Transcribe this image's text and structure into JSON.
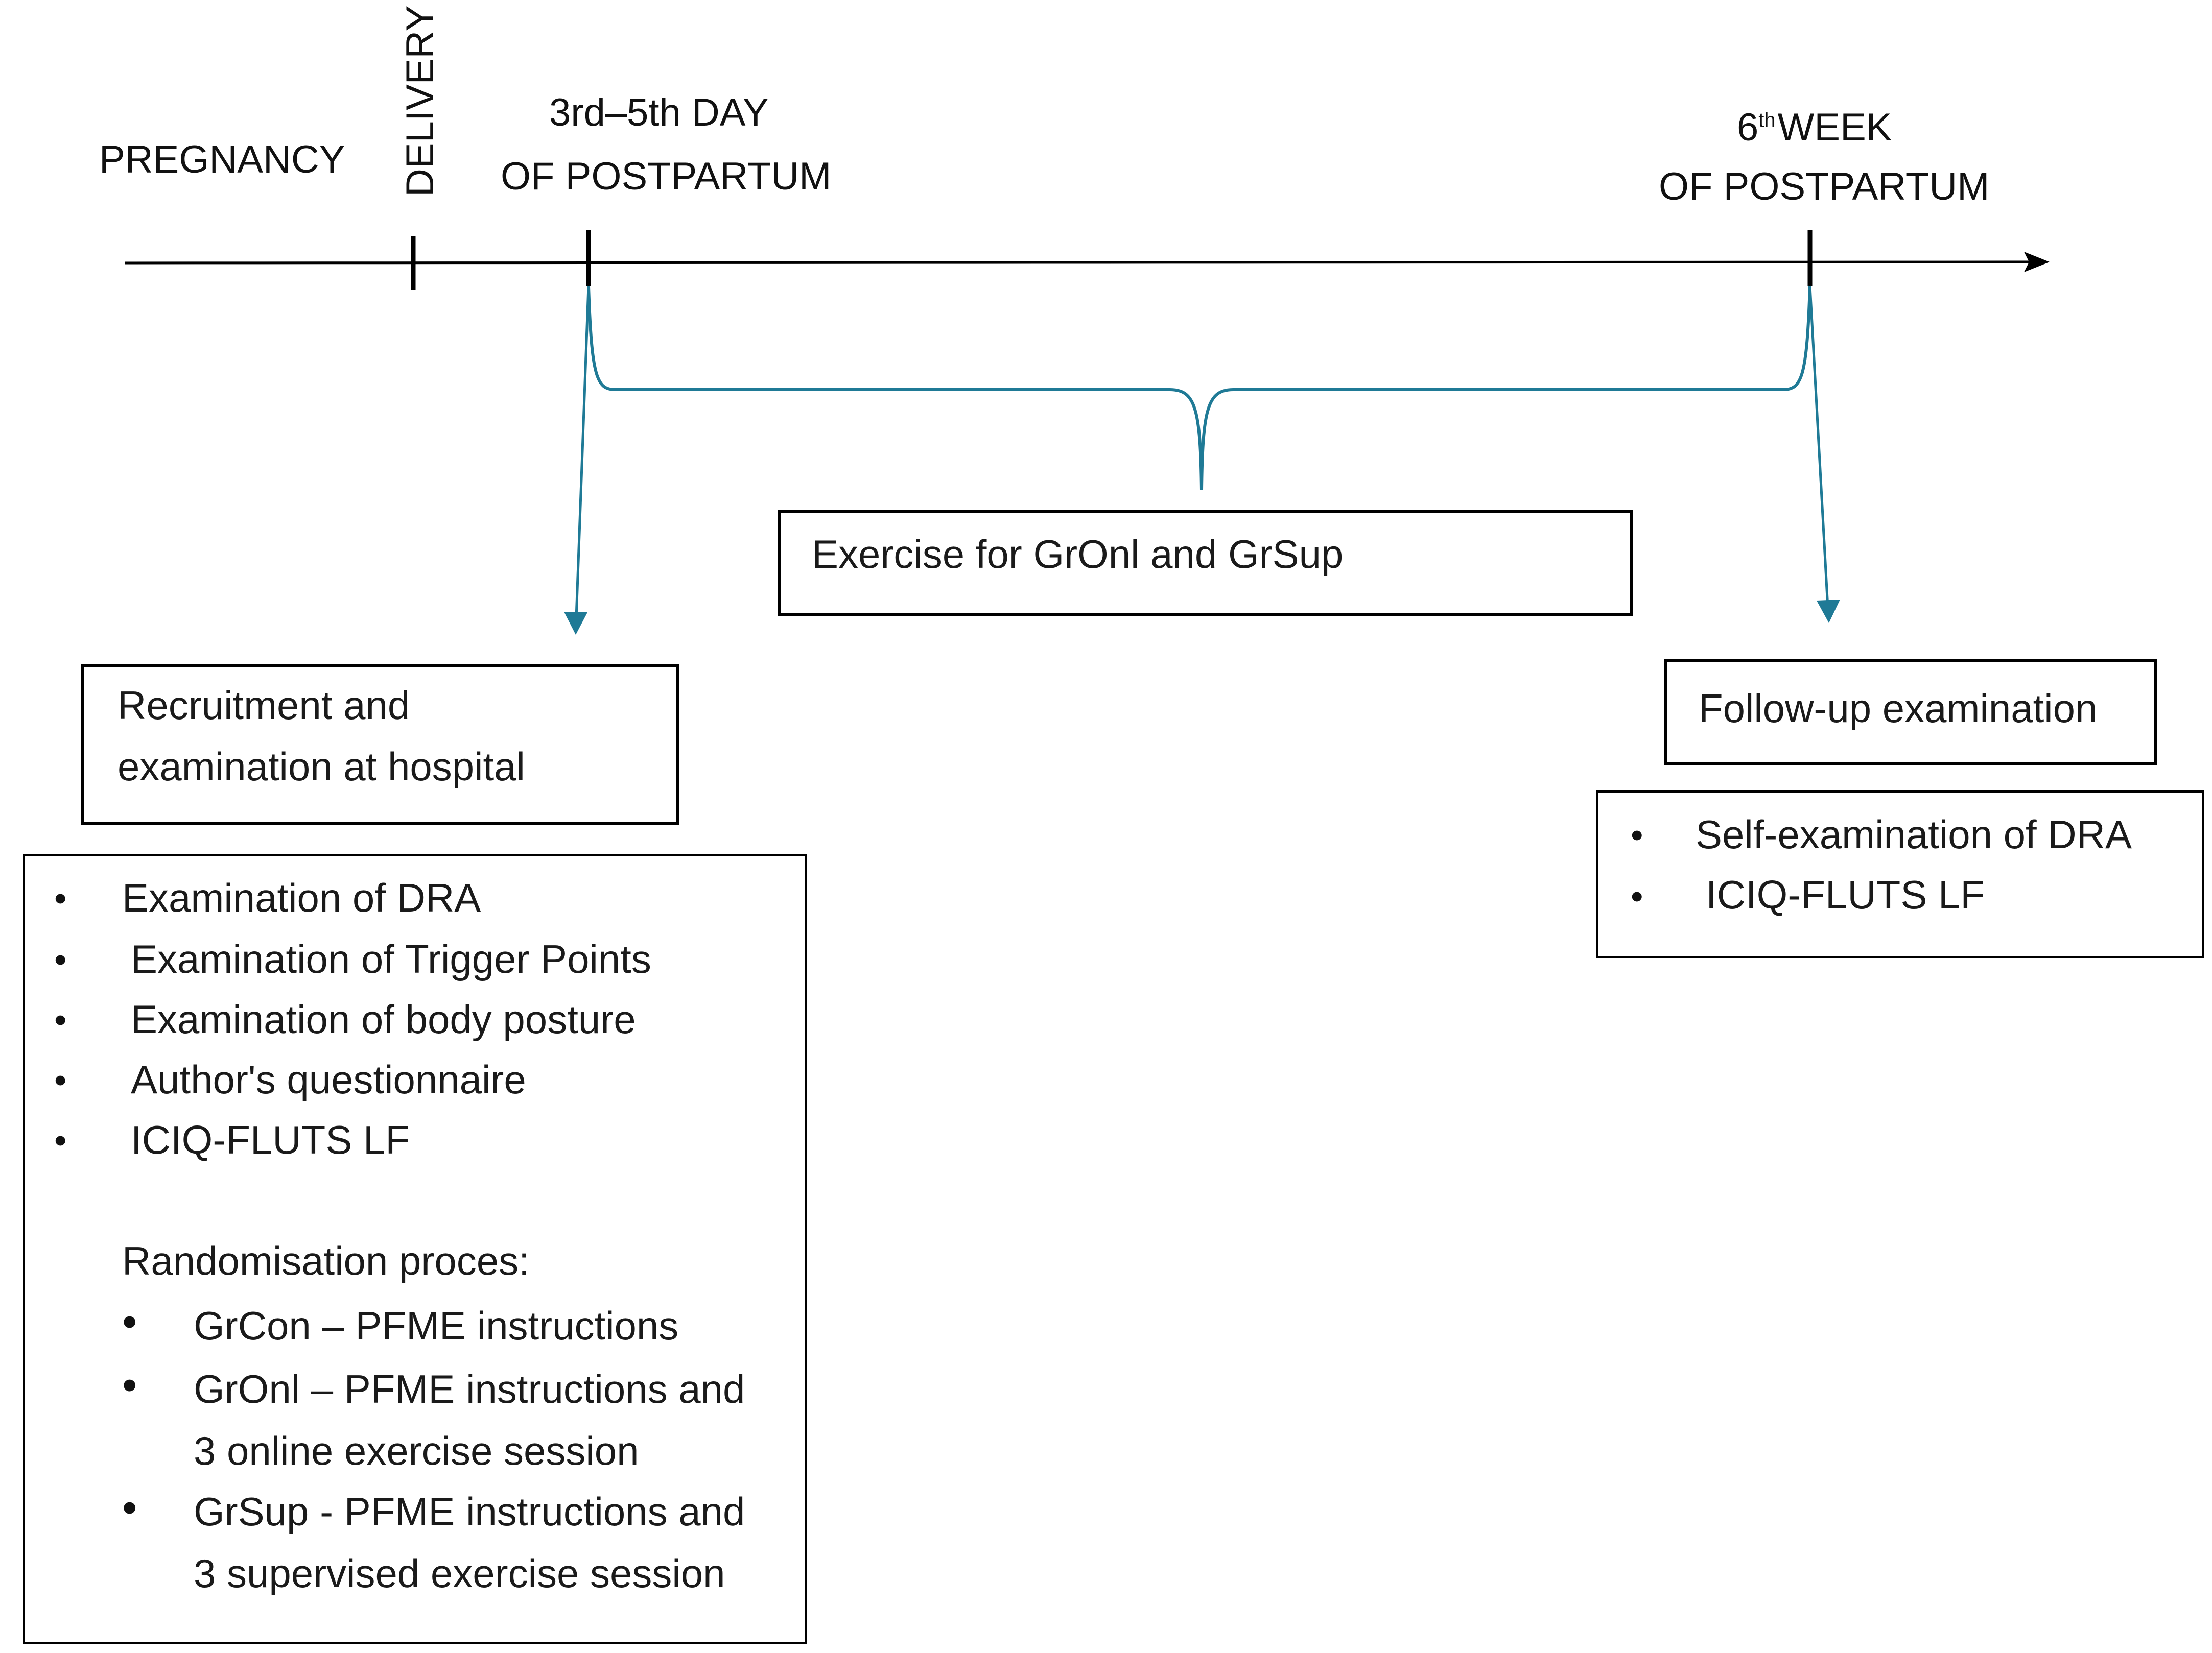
{
  "timeline": {
    "pregnancy": "PREGNANCY",
    "delivery": "DELIVERY",
    "day_line1": "3rd–5th DAY",
    "day_line2": "OF POSTPARTUM",
    "week_num": "6",
    "week_sup": "th",
    "week_word": "WEEK",
    "week_line2": "OF POSTPARTUM"
  },
  "exercise_box": {
    "text": "Exercise for GrOnl and GrSup"
  },
  "recruitment_box": {
    "line1": "Recruitment and",
    "line2": "examination at hospital"
  },
  "exam_list": {
    "items": [
      "Examination of DRA",
      "Examination of Trigger Points",
      "Examination of body posture",
      "Author's questionnaire",
      "ICIQ-FLUTS LF"
    ],
    "randomisation_title": "Randomisation proces:",
    "groups": [
      {
        "line1": "GrCon – PFME instructions"
      },
      {
        "line1": "GrOnl – PFME  instructions and",
        "line2": "3 online exercise session"
      },
      {
        "line1": "GrSup - PFME  instructions and",
        "line2": "3 supervised exercise session"
      }
    ]
  },
  "followup_box": {
    "text": "Follow-up examination"
  },
  "followup_list": {
    "items": [
      "Self-examination of DRA",
      "ICIQ-FLUTS LF"
    ]
  },
  "colors": {
    "arrow": "#1f7a96",
    "line": "#000000"
  }
}
